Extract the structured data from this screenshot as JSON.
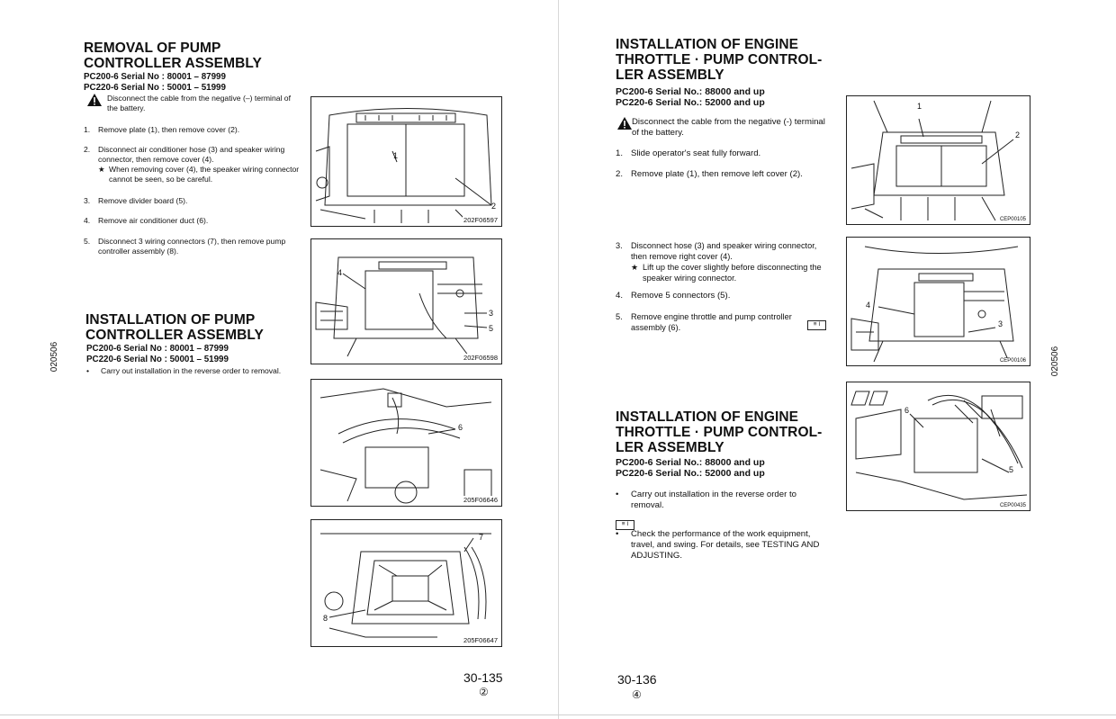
{
  "left_page": {
    "removal_pump": {
      "title_lines": [
        "REMOVAL OF PUMP",
        "CONTROLLER ASSEMBLY"
      ],
      "serials": [
        "PC200-6 Serial No : 80001 – 87999",
        "PC220-6 Serial No : 50001 – 51999"
      ],
      "warning": "Disconnect the cable from the negative (–) terminal of the battery.",
      "steps": [
        {
          "num": "1.",
          "text": "Remove plate (1), then remove cover (2)."
        },
        {
          "num": "2.",
          "text": "Disconnect air conditioner hose (3) and speaker wiring connector, then remove cover (4).",
          "note": "When removing cover (4), the speaker wiring connector cannot be seen, so be careful."
        },
        {
          "num": "3.",
          "text": "Remove divider board (5)."
        },
        {
          "num": "4.",
          "text": "Remove air conditioner duct (6)."
        },
        {
          "num": "5.",
          "text": "Disconnect 3 wiring connectors (7), then remove pump controller assembly (8)."
        }
      ],
      "star": "★"
    },
    "installation_pump": {
      "title_lines": [
        "INSTALLATION OF PUMP",
        "CONTROLLER ASSEMBLY"
      ],
      "serials": [
        "PC200-6 Serial No : 80001 – 87999",
        "PC220-6 Serial No : 50001 – 51999"
      ],
      "bullet": "•",
      "text": "Carry out installation in the reverse order to removal."
    },
    "side_code": "020506",
    "figures": [
      {
        "code": "202F06597",
        "labels": [
          "1",
          "2"
        ]
      },
      {
        "code": "202F06598",
        "labels": [
          "4",
          "3",
          "5"
        ]
      },
      {
        "code": "205F06646",
        "labels": [
          "6"
        ]
      },
      {
        "code": "205F06647",
        "labels": [
          "7",
          "8"
        ]
      }
    ],
    "page_number": "30-135",
    "revision": "②"
  },
  "right_page": {
    "installation_engine_1": {
      "title_lines": [
        "INSTALLATION OF ENGINE",
        "THROTTLE · PUMP CONTROL-",
        "LER ASSEMBLY"
      ],
      "serials": [
        "PC200-6 Serial No.: 88000 and up",
        "PC220-6 Serial No.: 52000 and up"
      ],
      "warning": "Disconnect the cable from the negative (-) terminal of the battery.",
      "steps": [
        {
          "num": "1.",
          "text": "Slide operator's seat fully forward."
        },
        {
          "num": "2.",
          "text": "Remove plate (1), then remove left cover (2)."
        },
        {
          "num": "3.",
          "text": "Disconnect hose (3) and speaker wiring connector, then remove right cover (4).",
          "note": "Lift up the cover slightly before disconnecting the speaker wiring connector."
        },
        {
          "num": "4.",
          "text": "Remove 5 connectors (5)."
        },
        {
          "num": "5.",
          "text": "Remove engine throttle and pump controller assembly (6)."
        }
      ],
      "star": "★",
      "ref_mark": "≡ I"
    },
    "installation_engine_2": {
      "title_lines": [
        "INSTALLATION OF ENGINE",
        "THROTTLE · PUMP CONTROL-",
        "LER ASSEMBLY"
      ],
      "serials": [
        "PC200-6 Serial No.: 88000 and up",
        "PC220-6 Serial No.: 52000 and up"
      ],
      "bullet": "•",
      "text": "Carry out installation in the reverse order to removal.",
      "ref_mark": "≡ I",
      "check_text": "Check the performance of the work equipment, travel, and swing. For details, see TESTING AND ADJUSTING."
    },
    "side_code": "020506",
    "figures": [
      {
        "code": "CEP00105",
        "labels": [
          "1",
          "2"
        ]
      },
      {
        "code": "CEP00106",
        "labels": [
          "4",
          "3"
        ]
      },
      {
        "code": "CEP00435",
        "labels": [
          "6",
          "5"
        ]
      }
    ],
    "page_number": "30-136",
    "revision": "④"
  }
}
